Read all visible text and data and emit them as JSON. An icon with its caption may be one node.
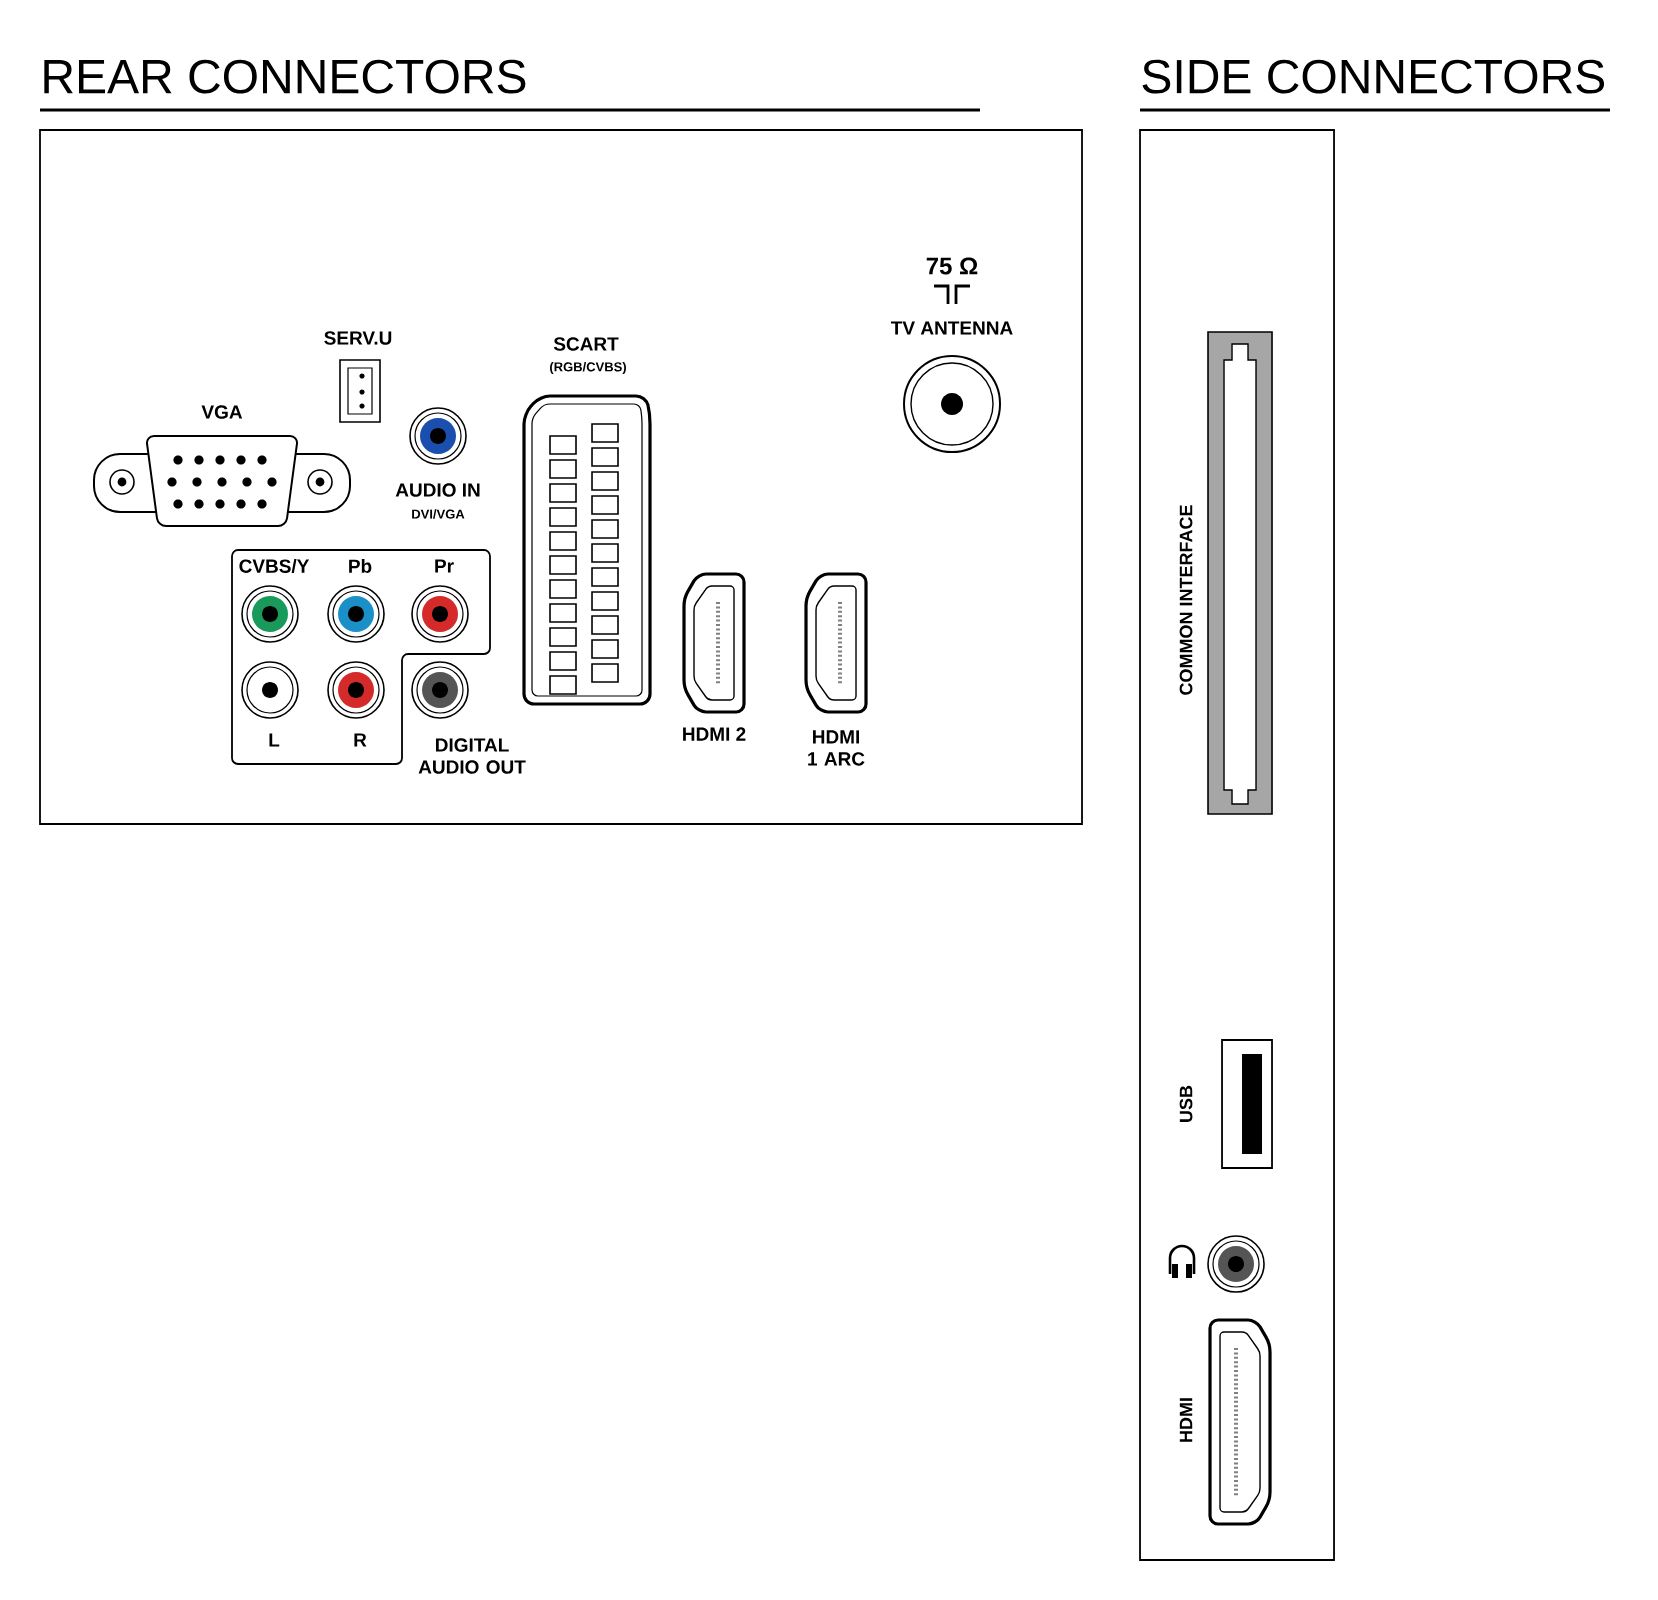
{
  "diagram": {
    "nodes": [
      {
        "text": [
          "REAR CONNECTORS"
        ]
      },
      {
        "text": [
          "CVBS/Y",
          "Pb",
          "Pr",
          "L",
          "R"
        ],
        "in": 0
      },
      {
        "text": [
          "SIDE CONNECTORS"
        ]
      }
    ],
    "edges": [],
    "labels": [
      "75 Ω",
      "TV ANTENNA",
      "SERV.U",
      "SCART",
      "(RGB/CVBS)",
      "VGA",
      "AUDIO IN",
      "DVI/VGA",
      "DIGITAL AUDIO OUT",
      "HDMI 2",
      "HDMI 1 ARC",
      "COMMON INTERFACE",
      "USB",
      "HDMI"
    ]
  }
}
